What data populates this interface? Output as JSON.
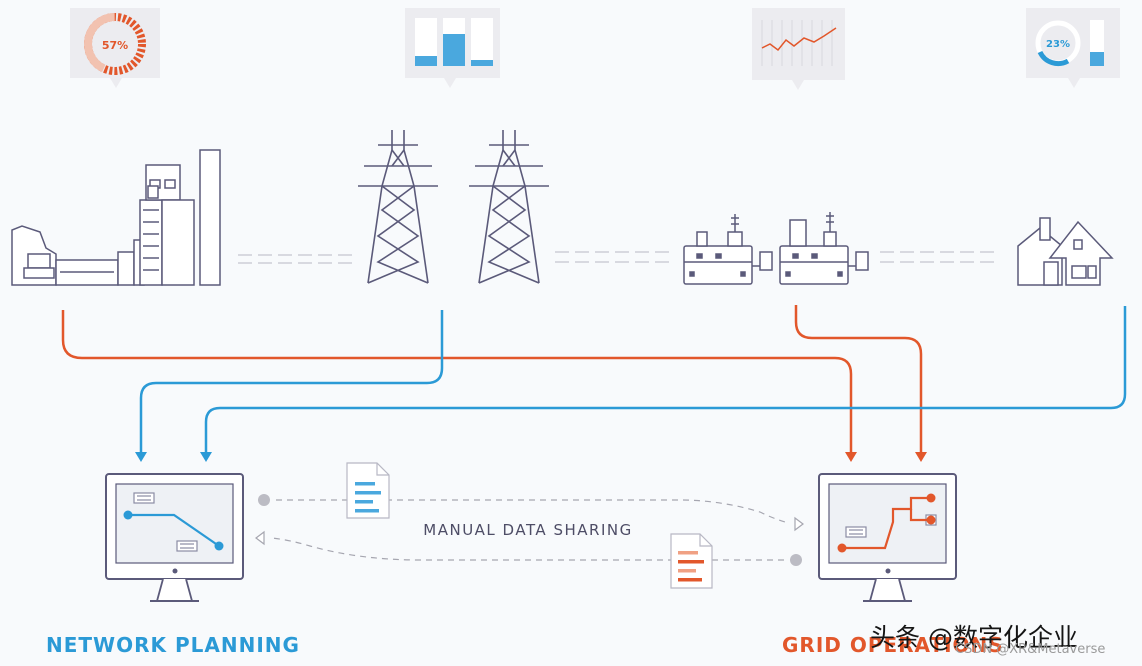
{
  "gauges": {
    "generation_percent": "57%",
    "consumer_percent": "23%"
  },
  "center_label": "MANUAL DATA SHARING",
  "labels": {
    "network_planning": "NETWORK PLANNING",
    "grid_operations": "GRID OPERATIONS"
  },
  "watermark": {
    "main": "头条 @数字化企业",
    "sub": "CSDN @XR&Metaverse"
  },
  "colors": {
    "blue": "#2b9ad6",
    "orange": "#e2572b",
    "structure": "#5b5a7a",
    "pale_blue": "#bde0f4"
  }
}
